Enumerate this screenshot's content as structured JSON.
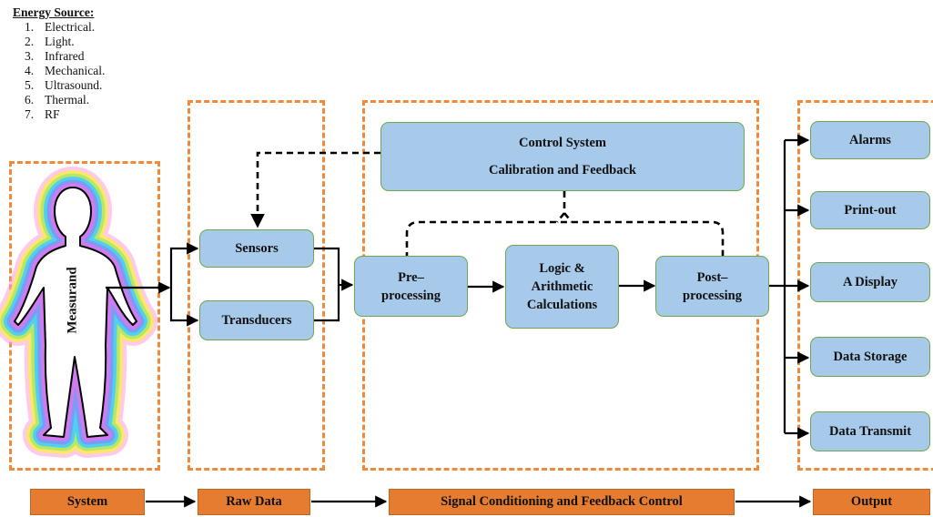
{
  "energy_source": {
    "title": "Energy Source:",
    "items": [
      {
        "num": "1.",
        "label": "Electrical."
      },
      {
        "num": "2.",
        "label": "Light."
      },
      {
        "num": "3.",
        "label": "Infrared"
      },
      {
        "num": "4.",
        "label": "Mechanical."
      },
      {
        "num": "5.",
        "label": "Ultrasound."
      },
      {
        "num": "6.",
        "label": "Thermal."
      },
      {
        "num": "7.",
        "label": "RF"
      }
    ]
  },
  "measurand": "Measurand",
  "blocks": {
    "sensors": "Sensors",
    "transducers": "Transducers",
    "control_line1": "Control System",
    "control_line2": "Calibration and Feedback",
    "pre_line1": "Pre–",
    "pre_line2": "processing",
    "logic_line1": "Logic &",
    "logic_line2": "Arithmetic",
    "logic_line3": "Calculations",
    "post_line1": "Post–",
    "post_line2": "processing"
  },
  "outputs": [
    "Alarms",
    "Print-out",
    "A Display",
    "Data Storage",
    "Data Transmit"
  ],
  "stages": {
    "system": "System",
    "raw_data": "Raw Data",
    "signal": "Signal Conditioning and Feedback Control",
    "output": "Output"
  },
  "colors": {
    "block_fill": "#a7c9ea",
    "block_border": "#6ea84a",
    "dashed_frame": "#ef8a3c",
    "stage_fill": "#e57c2f"
  }
}
